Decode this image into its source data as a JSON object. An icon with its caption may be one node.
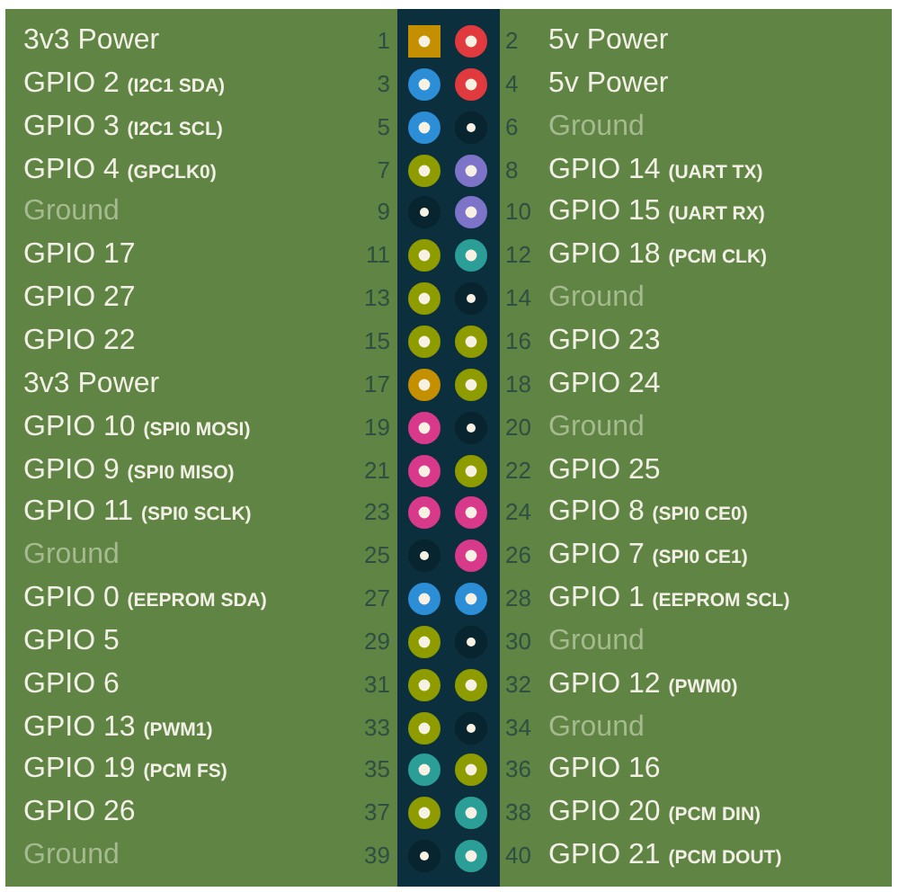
{
  "diagram": {
    "nodes": [
      {
        "text": [],
        "shape": "box",
        "beside": [
          "1"
        ]
      },
      {
        "text": [],
        "shape": "circle",
        "beside": [
          "2"
        ]
      },
      {
        "text": [],
        "shape": "circle",
        "beside": [
          "3"
        ]
      },
      {
        "text": [],
        "shape": "circle",
        "beside": [
          "4"
        ]
      },
      {
        "text": [],
        "shape": "circle",
        "beside": [
          "5"
        ]
      },
      {
        "text": [],
        "shape": "circle",
        "beside": [
          "6"
        ]
      },
      {
        "text": [],
        "shape": "circle",
        "beside": [
          "7"
        ]
      },
      {
        "text": [],
        "shape": "circle",
        "beside": [
          "8"
        ]
      },
      {
        "text": [],
        "shape": "circle",
        "beside": [
          "9"
        ]
      },
      {
        "text": [],
        "shape": "circle",
        "beside": [
          "10"
        ]
      },
      {
        "text": [],
        "shape": "circle",
        "beside": [
          "11"
        ]
      },
      {
        "text": [],
        "shape": "circle",
        "beside": [
          "12"
        ]
      },
      {
        "text": [],
        "shape": "circle",
        "beside": [
          "13"
        ]
      },
      {
        "text": [],
        "shape": "circle",
        "beside": [
          "14"
        ]
      },
      {
        "text": [],
        "shape": "circle",
        "beside": [
          "15"
        ]
      },
      {
        "text": [],
        "shape": "circle",
        "beside": [
          "16"
        ]
      },
      {
        "text": [],
        "shape": "circle",
        "beside": [
          "17"
        ]
      },
      {
        "text": [],
        "shape": "circle",
        "beside": [
          "18"
        ]
      },
      {
        "text": [],
        "shape": "circle",
        "beside": [
          "19"
        ]
      },
      {
        "text": [],
        "shape": "circle",
        "beside": [
          "20"
        ]
      },
      {
        "text": [],
        "shape": "circle",
        "beside": [
          "21"
        ]
      },
      {
        "text": [],
        "shape": "circle",
        "beside": [
          "22"
        ]
      },
      {
        "text": [],
        "shape": "circle",
        "beside": [
          "23"
        ]
      },
      {
        "text": [],
        "shape": "circle",
        "beside": [
          "24"
        ]
      },
      {
        "text": [],
        "shape": "circle",
        "beside": [
          "25"
        ]
      },
      {
        "text": [],
        "shape": "circle",
        "beside": [
          "26"
        ]
      },
      {
        "text": [],
        "shape": "circle",
        "beside": [
          "27"
        ]
      },
      {
        "text": [],
        "shape": "circle",
        "beside": [
          "28"
        ]
      },
      {
        "text": [],
        "shape": "circle",
        "beside": [
          "29"
        ]
      },
      {
        "text": [],
        "shape": "circle",
        "beside": [
          "30"
        ]
      },
      {
        "text": [],
        "shape": "circle",
        "beside": [
          "31"
        ]
      },
      {
        "text": [],
        "shape": "circle",
        "beside": [
          "32"
        ]
      },
      {
        "text": [],
        "shape": "circle",
        "beside": [
          "33"
        ]
      },
      {
        "text": [],
        "shape": "circle",
        "beside": [
          "34"
        ]
      },
      {
        "text": [],
        "shape": "circle",
        "beside": [
          "35"
        ]
      },
      {
        "text": [],
        "shape": "circle",
        "beside": [
          "36"
        ]
      },
      {
        "text": [],
        "shape": "circle",
        "beside": [
          "37"
        ]
      },
      {
        "text": [],
        "shape": "circle",
        "beside": [
          "38"
        ]
      },
      {
        "text": [],
        "shape": "circle",
        "beside": [
          "39"
        ]
      },
      {
        "text": [],
        "shape": "circle",
        "beside": [
          "40"
        ]
      }
    ],
    "labels": [
      "3v3 Power",
      "5v Power",
      "GPIO 2 **(I2C1 SDA)**",
      "5v Power",
      "GPIO 3 **(I2C1 SCL)**",
      "Ground",
      "GPIO 4 **(GPCLK0)**",
      "GPIO 14 **(UART TX)**",
      "Ground",
      "GPIO 15 **(UART RX)**",
      "GPIO 17",
      "GPIO 18 **(PCM CLK)**",
      "GPIO 27",
      "Ground",
      "GPIO 22",
      "GPIO 23",
      "3v3 Power",
      "GPIO 24",
      "GPIO 10 **(SPI0 MOSI)**",
      "Ground",
      "GPIO 9 **(SPI0 MISO)**",
      "GPIO 25",
      "GPIO 11 **(SPI0 SCLK)**",
      "GPIO 8 **(SPI0 CE0)**",
      "Ground",
      "GPIO 7 **(SPI0 CE1)**",
      "GPIO 0 **(EEPROM SDA)**",
      "GPIO 1 **(EEPROM SCL)**",
      "GPIO 5",
      "Ground",
      "GPIO 6",
      "GPIO 12 **(PWM0)**",
      "GPIO 13 **(PWM1)**",
      "Ground",
      "GPIO 19 **(PCM FS)**",
      "GPIO 16",
      "GPIO 26",
      "GPIO 20 **(PCM DIN)**",
      "Ground",
      "GPIO 21 **(PCM DOUT)**"
    ]
  }
}
